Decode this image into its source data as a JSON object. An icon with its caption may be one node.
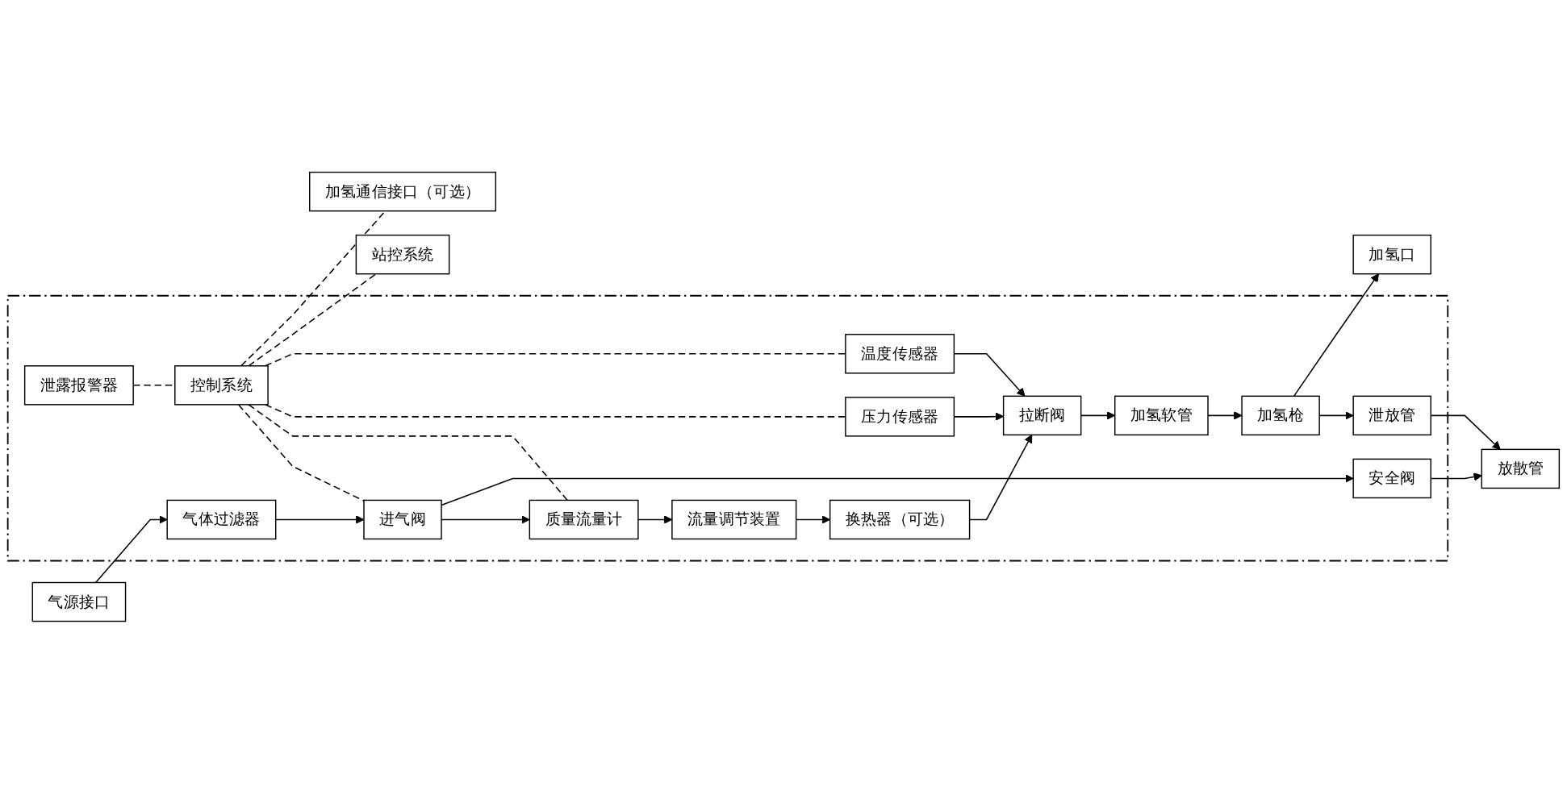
{
  "diagram": {
    "nodes": [
      {
        "text": [],
        "shape": "box"
      },
      {
        "text": [
          "泄露报警器"
        ],
        "in": 0
      },
      {
        "text": [
          "压力传感器"
        ],
        "in": 0
      },
      {
        "text": [
          "温度传感器"
        ],
        "in": 0
      },
      {
        "text": [
          "质量流量计"
        ],
        "in": 0
      },
      {
        "text": [
          "流量调节装置"
        ],
        "in": 0
      },
      {
        "text": [
          "换热器（可选）"
        ],
        "in": 0
      },
      {
        "text": [
          "拉断阀"
        ],
        "in": 0
      },
      {
        "text": [
          "控制系统"
        ],
        "in": 0
      },
      {
        "text": [
          "进气阀"
        ],
        "in": 0
      },
      {
        "text": [
          "安全阀"
        ],
        "in": 0
      },
      {
        "text": [
          "加氢软管"
        ],
        "in": 0
      },
      {
        "text": [
          "气体过滤器"
        ],
        "in": 0
      },
      {
        "text": [
          "泄放管"
        ],
        "in": 0
      },
      {
        "text": [
          "加氢枪"
        ],
        "in": 0
      },
      {
        "text": [
          "站控系统"
        ]
      },
      {
        "text": [
          "加氢通信接口（可选）"
        ]
      },
      {
        "text": [
          "气源接口"
        ]
      },
      {
        "text": [
          "放散管"
        ]
      },
      {
        "text": [
          "加氢口"
        ]
      }
    ],
    "edges": [
      {
        "from": 1,
        "to": 8,
        "arrow": "none",
        "style": "dashed"
      },
      {
        "from": 8,
        "to": 9,
        "arrow": "none",
        "style": "dashed"
      },
      {
        "from": 8,
        "to": 4,
        "arrow": "none",
        "style": "dashed"
      },
      {
        "from": 8,
        "to": 2,
        "arrow": "none",
        "style": "dashed"
      },
      {
        "from": 8,
        "to": 3,
        "arrow": "none",
        "style": "dashed"
      },
      {
        "from": 8,
        "to": 15,
        "arrow": "none",
        "style": "dashed"
      },
      {
        "from": 8,
        "to": 16,
        "arrow": "none",
        "style": "dashed"
      },
      {
        "from": 17,
        "to": 12,
        "arrow": "to"
      },
      {
        "from": 12,
        "to": 9,
        "arrow": "to"
      },
      {
        "from": 9,
        "to": 4,
        "arrow": "to"
      },
      {
        "from": 9,
        "to": 10,
        "arrow": "to"
      },
      {
        "from": 4,
        "to": 5,
        "arrow": "to"
      },
      {
        "from": 5,
        "to": 6,
        "arrow": "to"
      },
      {
        "from": 6,
        "to": 7,
        "arrow": "to"
      },
      {
        "from": 2,
        "to": 7,
        "arrow": "to"
      },
      {
        "from": 3,
        "to": 7,
        "arrow": "to"
      },
      {
        "from": 7,
        "to": 11,
        "arrow": "to"
      },
      {
        "from": 11,
        "to": 14,
        "arrow": "to"
      },
      {
        "from": 14,
        "to": 13,
        "arrow": "to"
      },
      {
        "from": 13,
        "to": 18,
        "arrow": "to"
      },
      {
        "from": 10,
        "to": 18,
        "arrow": "to"
      },
      {
        "from": 14,
        "to": 19,
        "arrow": "to"
      }
    ]
  }
}
